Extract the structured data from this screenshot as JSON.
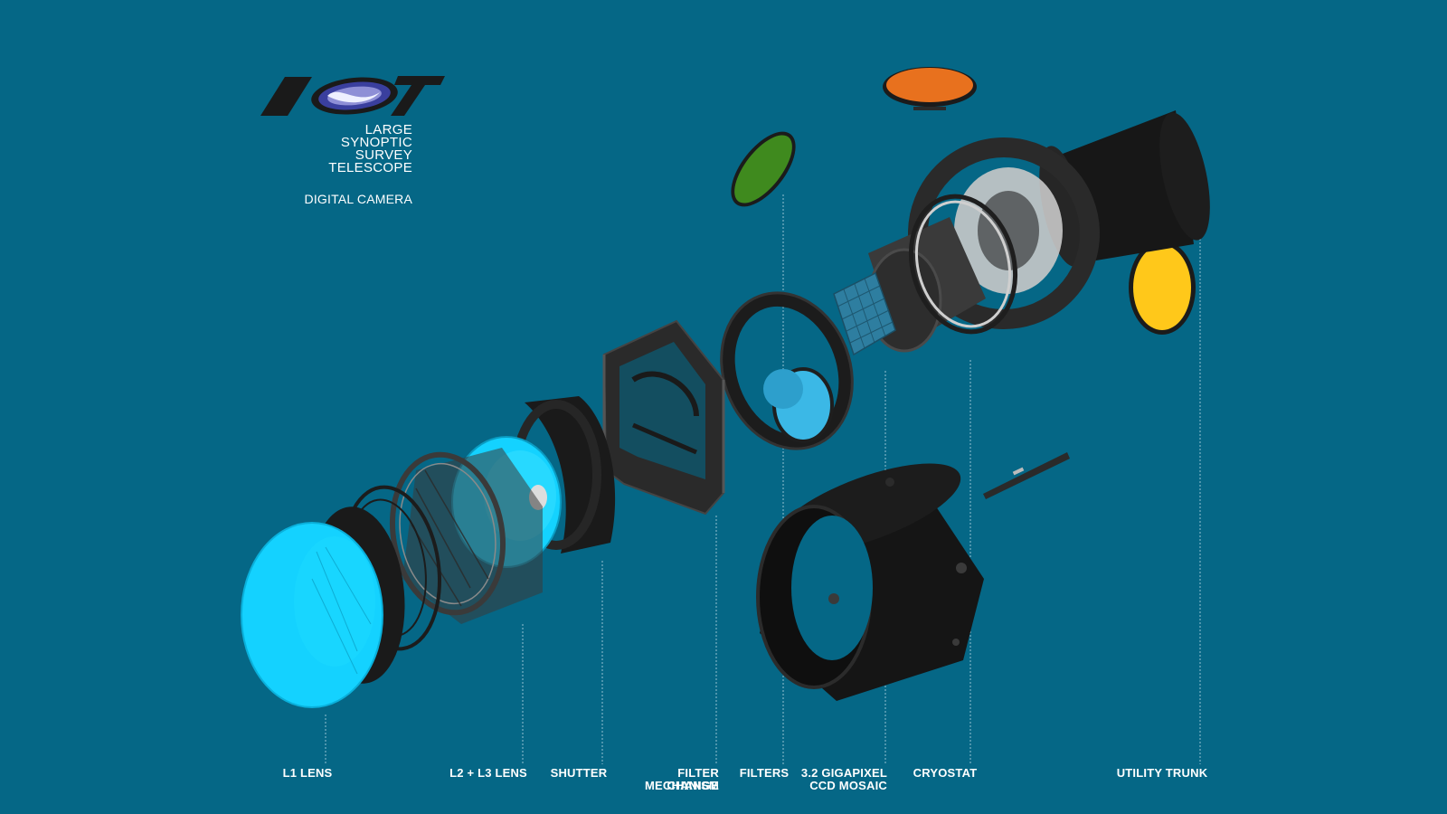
{
  "logo": {
    "wordmark": "LSST",
    "lines": [
      "LARGE",
      "SYNOPTIC",
      "SURVEY",
      "TELESCOPE"
    ],
    "subtitle": "DIGITAL CAMERA"
  },
  "labels": {
    "l1_lens": "L1 LENS",
    "l2_l3_lens": "L2 + L3 LENS",
    "shutter": "SHUTTER",
    "filter_change_1": "FILTER CHANGE",
    "filter_change_2": "MECHANISM",
    "filters": "FILTERS",
    "ccd_1": "3.2 GIGAPIXEL",
    "ccd_2": "CCD MOSAIC",
    "cryostat": "CRYOSTAT",
    "utility_trunk": "UTILITY TRUNK"
  },
  "colors": {
    "background": "#056786",
    "lens_cyan": "#14d2ff",
    "filter_green": "#3f8a1e",
    "filter_orange": "#e8711e",
    "filter_yellow": "#ffc81a",
    "hardware_dark": "#1f1f1f",
    "leader_line": "#b9d8e3"
  }
}
